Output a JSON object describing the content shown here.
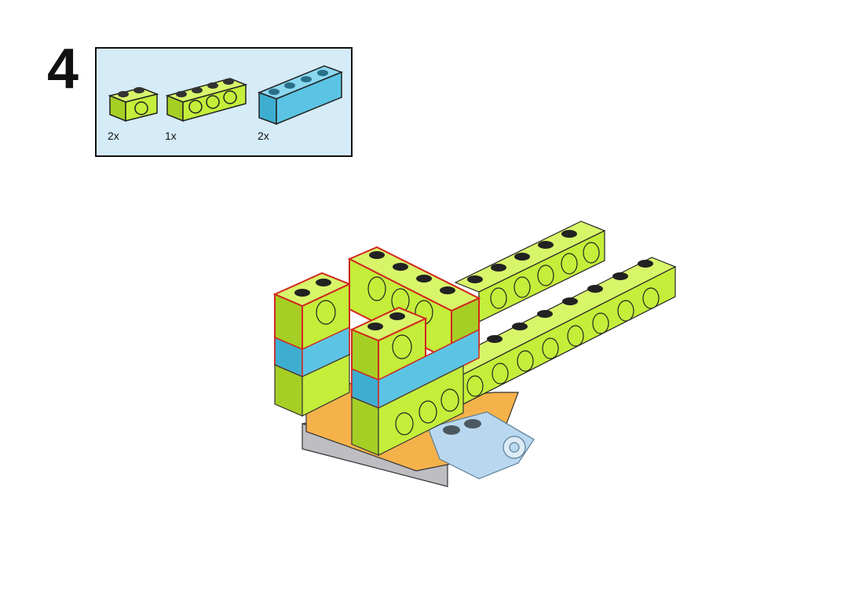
{
  "step": {
    "number": "4"
  },
  "parts": [
    {
      "name": "technic-brick-1x2",
      "color": "#c4ee3a",
      "quantity": "2x"
    },
    {
      "name": "technic-brick-1x4",
      "color": "#c4ee3a",
      "quantity": "1x"
    },
    {
      "name": "brick-1x4",
      "color": "#5bc4e4",
      "quantity": "2x"
    }
  ],
  "colors": {
    "lime": "#c4ee3a",
    "lime_dark": "#a6cf25",
    "azure": "#5bc4e4",
    "orange": "#f6b24a",
    "gray": "#c8c8cc",
    "trans_blue": "#b9d8ef",
    "panel_bg": "#d5ebf7",
    "highlight_outline": "#d0261e"
  }
}
